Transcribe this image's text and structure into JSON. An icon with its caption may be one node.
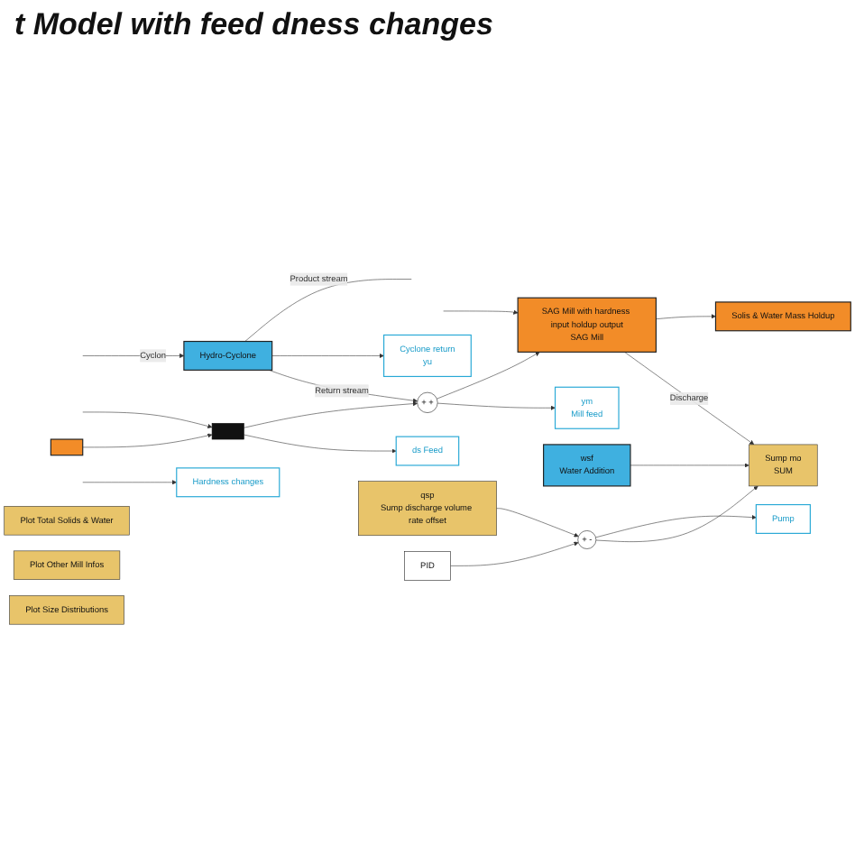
{
  "diagram": {
    "title": "t Model with feed dness changes",
    "nodes": [
      {
        "text": [],
        "shape": "box"
      },
      {
        "text": [
          "ds Feed"
        ]
      },
      {
        "text": [],
        "shape": "bar"
      },
      {
        "text": [
          "+ +"
        ]
      },
      {
        "text": [
          "Cyclone return",
          "yu"
        ]
      },
      {
        "text": [
          "ym",
          "Mill feed"
        ]
      },
      {
        "text": [
          "SAG Mill with hardness input holdup output",
          "SAG Mill"
        ]
      },
      {
        "text": [
          "Hydro-Cyclone"
        ]
      },
      {
        "text": [
          "Sump mo",
          "SUM"
        ]
      },
      {
        "text": [
          "Solis & Water Mass Holdup"
        ]
      },
      {
        "text": [
          "wsf",
          "Water Addition"
        ]
      },
      {
        "text": [
          "Pump"
        ]
      },
      {
        "text": [
          "+ -"
        ]
      },
      {
        "text": [
          "qsp",
          "Sump discharge volume rate offset"
        ]
      },
      {
        "text": [
          "PID"
        ]
      },
      {
        "text": [
          "Hardness changes"
        ]
      },
      {
        "text": [
          "Plot Total Solids & Water"
        ]
      },
      {
        "text": [
          "Plot Other Mill Infos"
        ]
      },
      {
        "text": [
          "Plot Size Distributions"
        ]
      }
    ],
    "edges": [
      {
        "from": 0,
        "to": 2,
        "arrow": "to"
      },
      {
        "from": null,
        "to": 2,
        "arrow": "to"
      },
      {
        "from": 2,
        "to": 1,
        "arrow": "to"
      },
      {
        "from": 2,
        "to": 3,
        "arrow": "to"
      },
      {
        "from": 7,
        "to": 3,
        "label": "Return stream",
        "arrow": "to"
      },
      {
        "from": 7,
        "to": 4,
        "arrow": "to"
      },
      {
        "from": 3,
        "to": 5,
        "arrow": "to"
      },
      {
        "from": 3,
        "to": 6,
        "arrow": "to"
      },
      {
        "from": 7,
        "to": null,
        "label": "Product stream",
        "arrow": "none"
      },
      {
        "from": null,
        "to": 7,
        "label": "Cyclon",
        "arrow": "to"
      },
      {
        "from": 6,
        "to": 8,
        "label": "Discharge",
        "arrow": "to"
      },
      {
        "from": 6,
        "to": 9,
        "arrow": "to"
      },
      {
        "from": null,
        "to": 6,
        "arrow": "to"
      },
      {
        "from": null,
        "to": 15,
        "arrow": "to"
      },
      {
        "from": 10,
        "to": 8,
        "arrow": "to"
      },
      {
        "from": 12,
        "to": 8,
        "arrow": "to"
      },
      {
        "from": 12,
        "to": 11,
        "arrow": "to"
      },
      {
        "from": 13,
        "to": 12,
        "arrow": "to"
      },
      {
        "from": 14,
        "to": 12,
        "arrow": "to"
      }
    ]
  }
}
